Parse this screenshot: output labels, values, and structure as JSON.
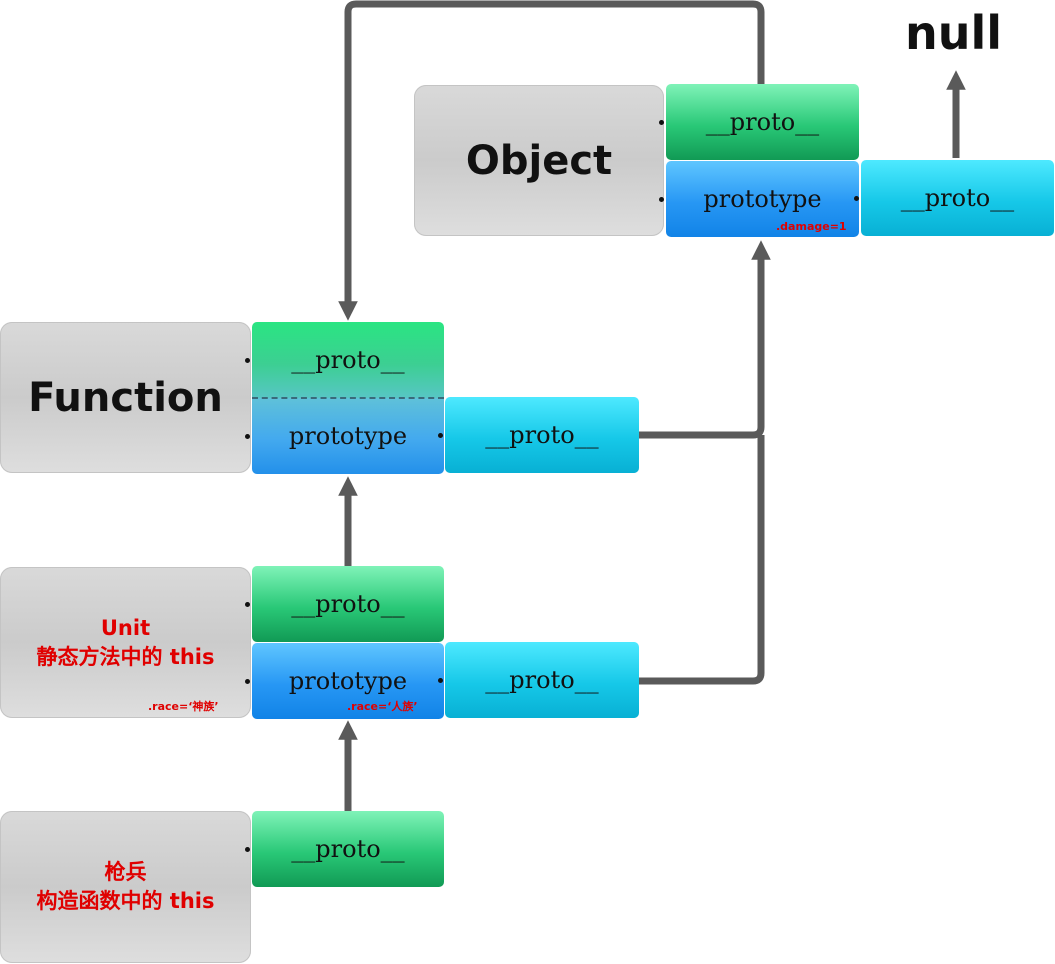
{
  "null_label": "null",
  "object": {
    "title": "Object",
    "proto_label": "__proto__",
    "prototype_label": "prototype",
    "prototype_note": ".damage=1",
    "prototype_proto_label": "__proto__"
  },
  "function": {
    "title": "Function",
    "proto_label": "__proto__",
    "prototype_label": "prototype",
    "prototype_proto_label": "__proto__"
  },
  "unit": {
    "title_line1": "Unit",
    "title_line2": "静态方法中的 this",
    "static_note": ".race=‘神族’",
    "proto_label": "__proto__",
    "prototype_label": "prototype",
    "prototype_note": ".race=‘人族’",
    "prototype_proto_label": "__proto__"
  },
  "spearman": {
    "title_line1": "枪兵",
    "title_line2": "构造函数中的 this",
    "proto_label": "__proto__"
  },
  "colors": {
    "connector": "#5a5a5a",
    "note_red": "#e00000"
  }
}
